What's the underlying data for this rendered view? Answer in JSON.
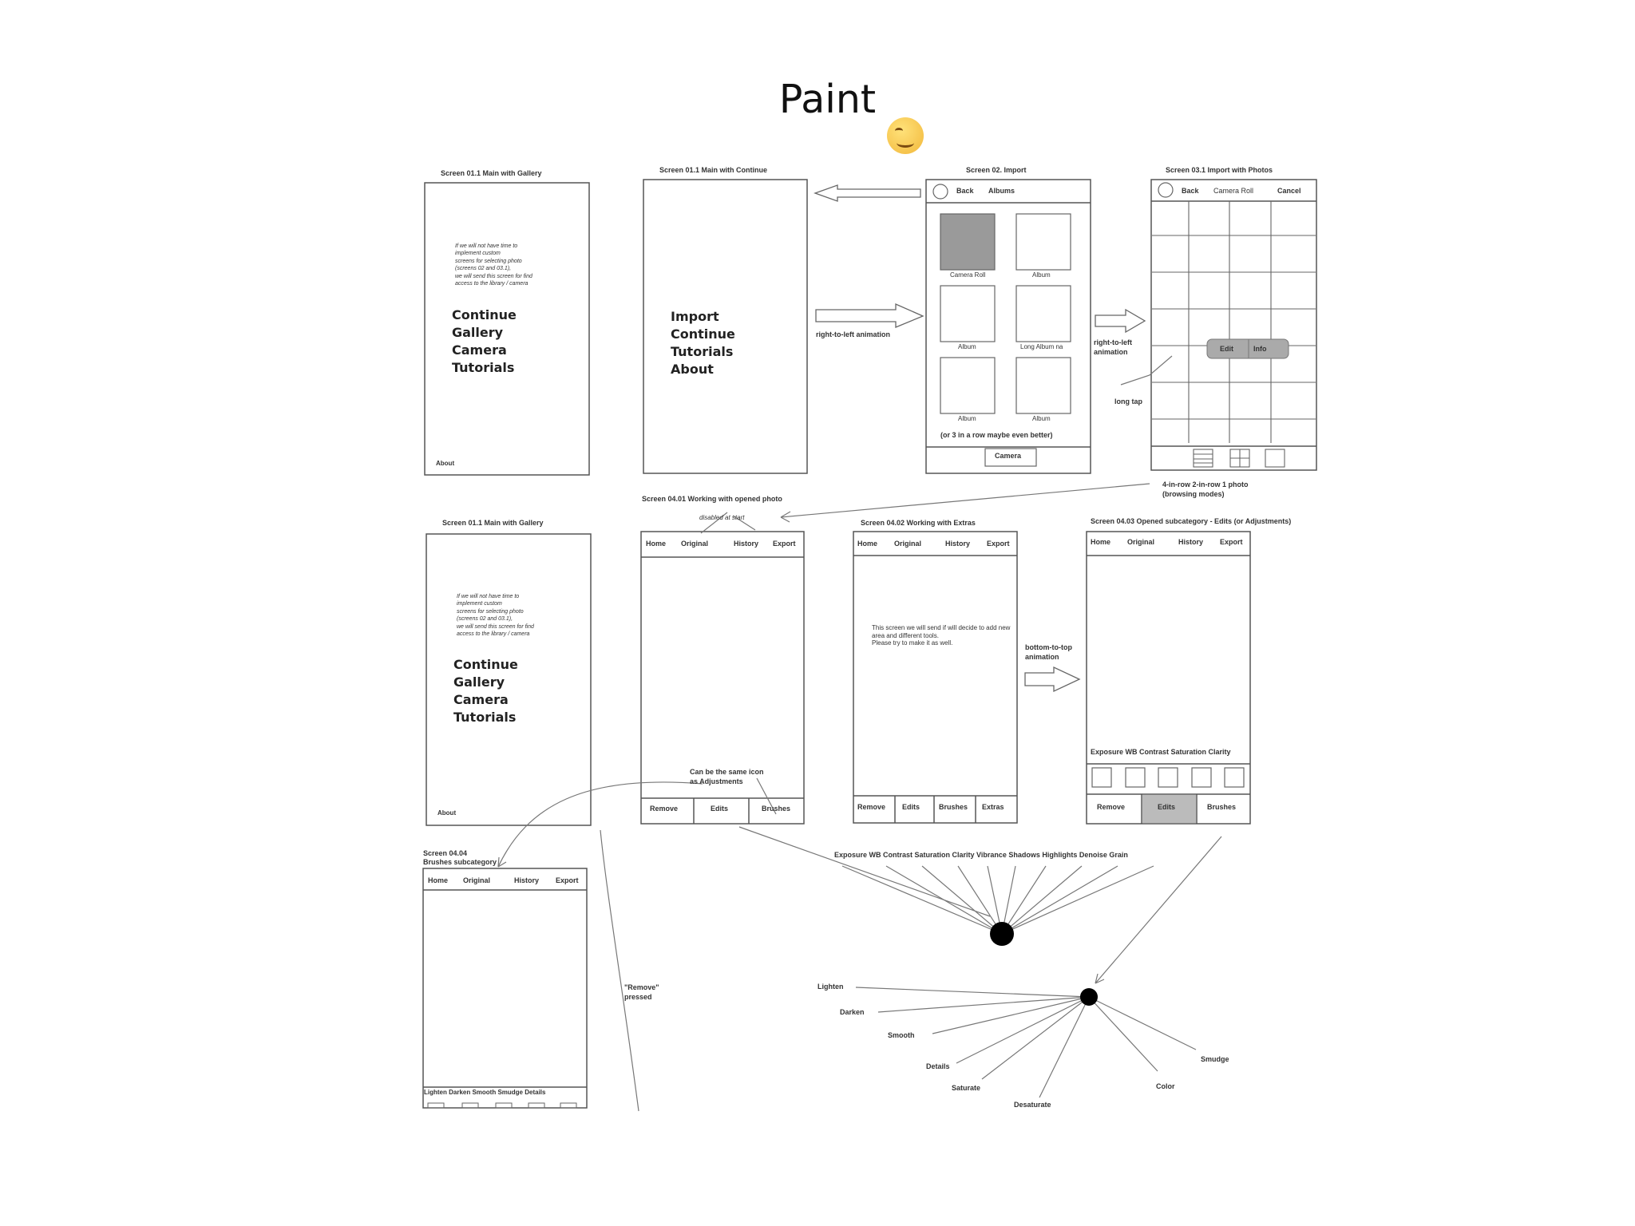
{
  "title": "Paint",
  "screens": {
    "s1_title": "Screen 01.1 Main with Gallery",
    "s1_note": [
      "If we will not have time to",
      "implement custom",
      "screens for selecting photo",
      "(screens 02 and 03.1),",
      "we will send this screen for find",
      "access to the library / camera"
    ],
    "s1_menu": [
      "Continue",
      "Gallery",
      "Camera",
      "Tutorials"
    ],
    "s1_footer": "About",
    "s2_title": "Screen 01.1 Main with Continue",
    "s2_menu": [
      "Import",
      "Continue",
      "Tutorials",
      "About"
    ],
    "s3_title": "Screen 02. Import",
    "s3_back": "Back",
    "s3_albums": "Albums",
    "s3_captions": [
      "Camera Roll",
      "Album",
      "Album",
      "Long Album na",
      "Album",
      "Album"
    ],
    "s3_note": "(or 3 in a row maybe even better)",
    "s3_camera": "Camera",
    "s4_title": "Screen 03.1 Import with Photos",
    "s4_back": "Back",
    "s4_roll": "Camera Roll",
    "s4_cancel": "Cancel",
    "s4_edit": "Edit",
    "s4_info": "Info",
    "s4_modes": "4-in-row   2-in-row   1 photo",
    "s4_modes2": "(browsing modes)",
    "s5_title": "Screen 04.01 Working with opened photo",
    "s5_sub": "disabled at start",
    "tabs": [
      "Home",
      "Original",
      "History",
      "Export"
    ],
    "s5_bottom": [
      "Remove",
      "Edits",
      "Brushes"
    ],
    "s5_note": [
      "Can be the same icon",
      "as Adjustments"
    ],
    "s6_title": "Screen 04.02 Working with Extras",
    "s6_note": [
      "This screen we will send if will decide to add new",
      "area and different tools.",
      "Please try to make it as well."
    ],
    "s6_bottom": [
      "Remove",
      "Edits",
      "Brushes",
      "Extras"
    ],
    "s7_title": "Screen 04.03 Opened subcategory - Edits (or Adjustments)",
    "s7_cats": "Exposure WB Contrast Saturation Clarity",
    "s7_bottom": [
      "Remove",
      "Edits",
      "Brushes"
    ],
    "s8_title": "Screen 01.1 Main with Gallery",
    "s9_title": [
      "Screen 04.04",
      "Brushes subcategory"
    ],
    "s9_cats": "Lighten Darken Smooth Smudge Details"
  },
  "annotations": {
    "rtl1": "right-to-left animation",
    "rtl2": [
      "right-to-left",
      "animation"
    ],
    "long_tap": "long tap",
    "btt": [
      "bottom-to-top",
      "animation"
    ],
    "remove_pressed": [
      "\"Remove\"",
      "pressed"
    ]
  },
  "edits_fan": "Exposure WB Contrast Saturation Clarity Vibrance Shadows Highlights Denoise Grain",
  "brushes_fan": [
    "Lighten",
    "Darken",
    "Smooth",
    "Details",
    "Saturate",
    "Desaturate",
    "Color",
    "Smudge"
  ]
}
